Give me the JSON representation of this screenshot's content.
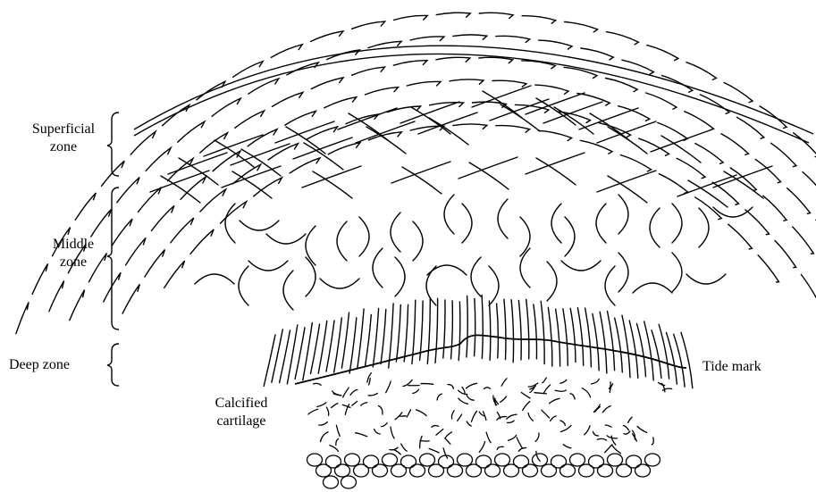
{
  "labels": {
    "superficial_zone_line1": "Superficial",
    "superficial_zone_line2": "zone",
    "middle_zone_line1": "Middle",
    "middle_zone_line2": "zone",
    "deep_zone": "Deep  zone",
    "tide_mark": "Tide mark",
    "calcified_line1": "Calcified",
    "calcified_line2": "cartilage"
  },
  "colors": {
    "stroke": "#000000",
    "background": "#ffffff"
  }
}
